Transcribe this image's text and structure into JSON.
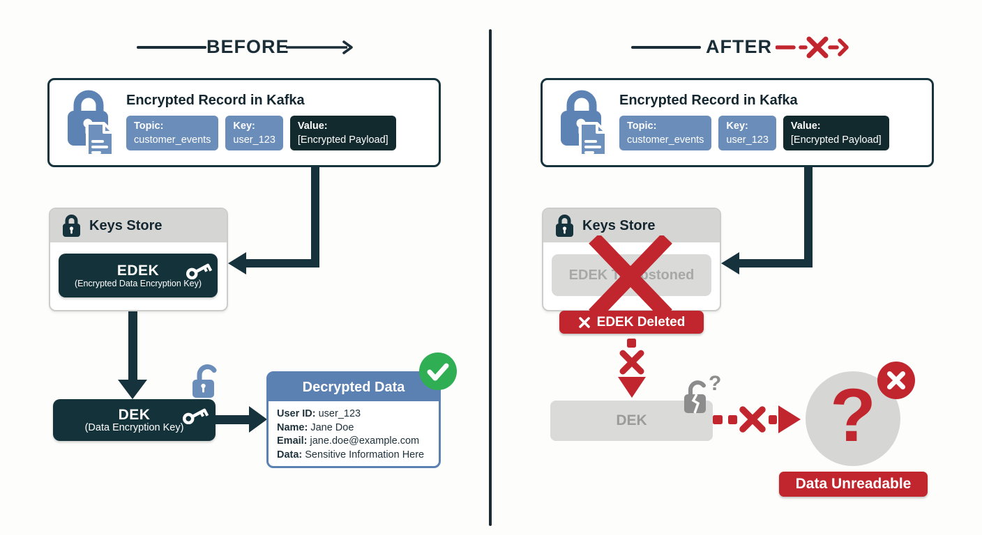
{
  "colors": {
    "dark_teal": "#16323c",
    "chip_blue": "#6b8db9",
    "icon_blue": "#5d83b5",
    "header_blue": "#5b81b3",
    "alert_red": "#c1262e",
    "success_green": "#2fae54",
    "gray_fill": "#d6d6d4",
    "gray_text": "#a8a8a8"
  },
  "before": {
    "title": "BEFORE",
    "kafka": {
      "title": "Encrypted Record in Kafka",
      "chips": [
        {
          "label": "Topic:",
          "value": "customer_events"
        },
        {
          "label": "Key:",
          "value": "user_123"
        },
        {
          "label": "Value:",
          "value": "[Encrypted Payload]"
        }
      ]
    },
    "keys_store": {
      "title": "Keys Store",
      "edek_title": "EDEK",
      "edek_subtitle": "(Encrypted Data Encryption Key)"
    },
    "dek": {
      "title": "DEK",
      "subtitle": "(Data Encryption Key)"
    },
    "decrypted": {
      "title": "Decrypted Data",
      "rows": [
        {
          "label": "User ID:",
          "value": "user_123"
        },
        {
          "label": "Name:",
          "value": "Jane Doe"
        },
        {
          "label": "Email:",
          "value": "jane.doe@example.com"
        },
        {
          "label": "Data:",
          "value": "Sensitive Information Here"
        }
      ]
    }
  },
  "after": {
    "title": "AFTER",
    "kafka": {
      "title": "Encrypted Record in Kafka",
      "chips": [
        {
          "label": "Topic:",
          "value": "customer_events"
        },
        {
          "label": "Key:",
          "value": "user_123"
        },
        {
          "label": "Value:",
          "value": "[Encrypted Payload]"
        }
      ]
    },
    "keys_store": {
      "title": "Keys Store",
      "edek_label": "EDEK Tombstoned"
    },
    "edek_deleted_label": "EDEK Deleted",
    "dek_label": "DEK",
    "lock_qmark": "?",
    "circle_qmark": "?",
    "unreadable_label": "Data Unreadable"
  }
}
